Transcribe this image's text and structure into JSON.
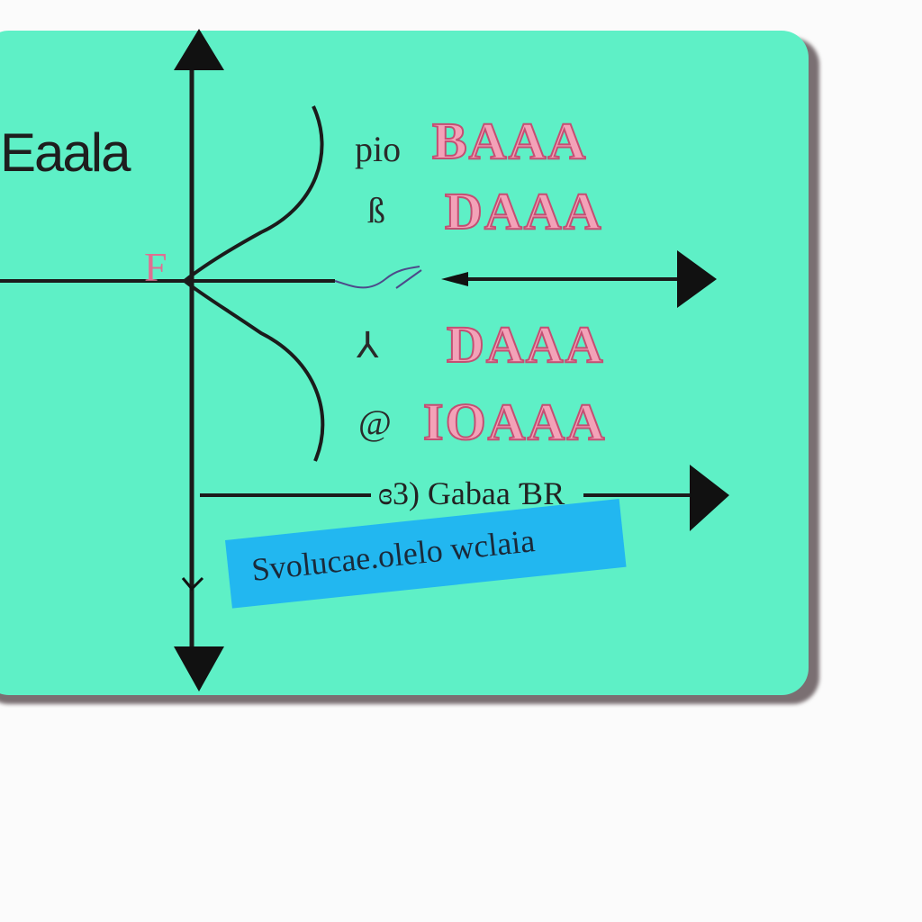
{
  "title": "Eaala",
  "origin_label": "F",
  "rows": [
    {
      "label": "pio",
      "value": "BAAA"
    },
    {
      "label": "ß",
      "value": "DAAA"
    },
    {
      "label": "⅄",
      "value": "DAAA"
    },
    {
      "label": "@",
      "value": "IOAAA"
    }
  ],
  "axis_caption": "ɞ3) Gabaa ƁR",
  "note": "Svolucae.olelo wclaia",
  "colors": {
    "card": "#5ef0c6",
    "note_box": "#22b7f0",
    "label_text": "#f3a2b8",
    "axis": "#1b1b1b"
  }
}
